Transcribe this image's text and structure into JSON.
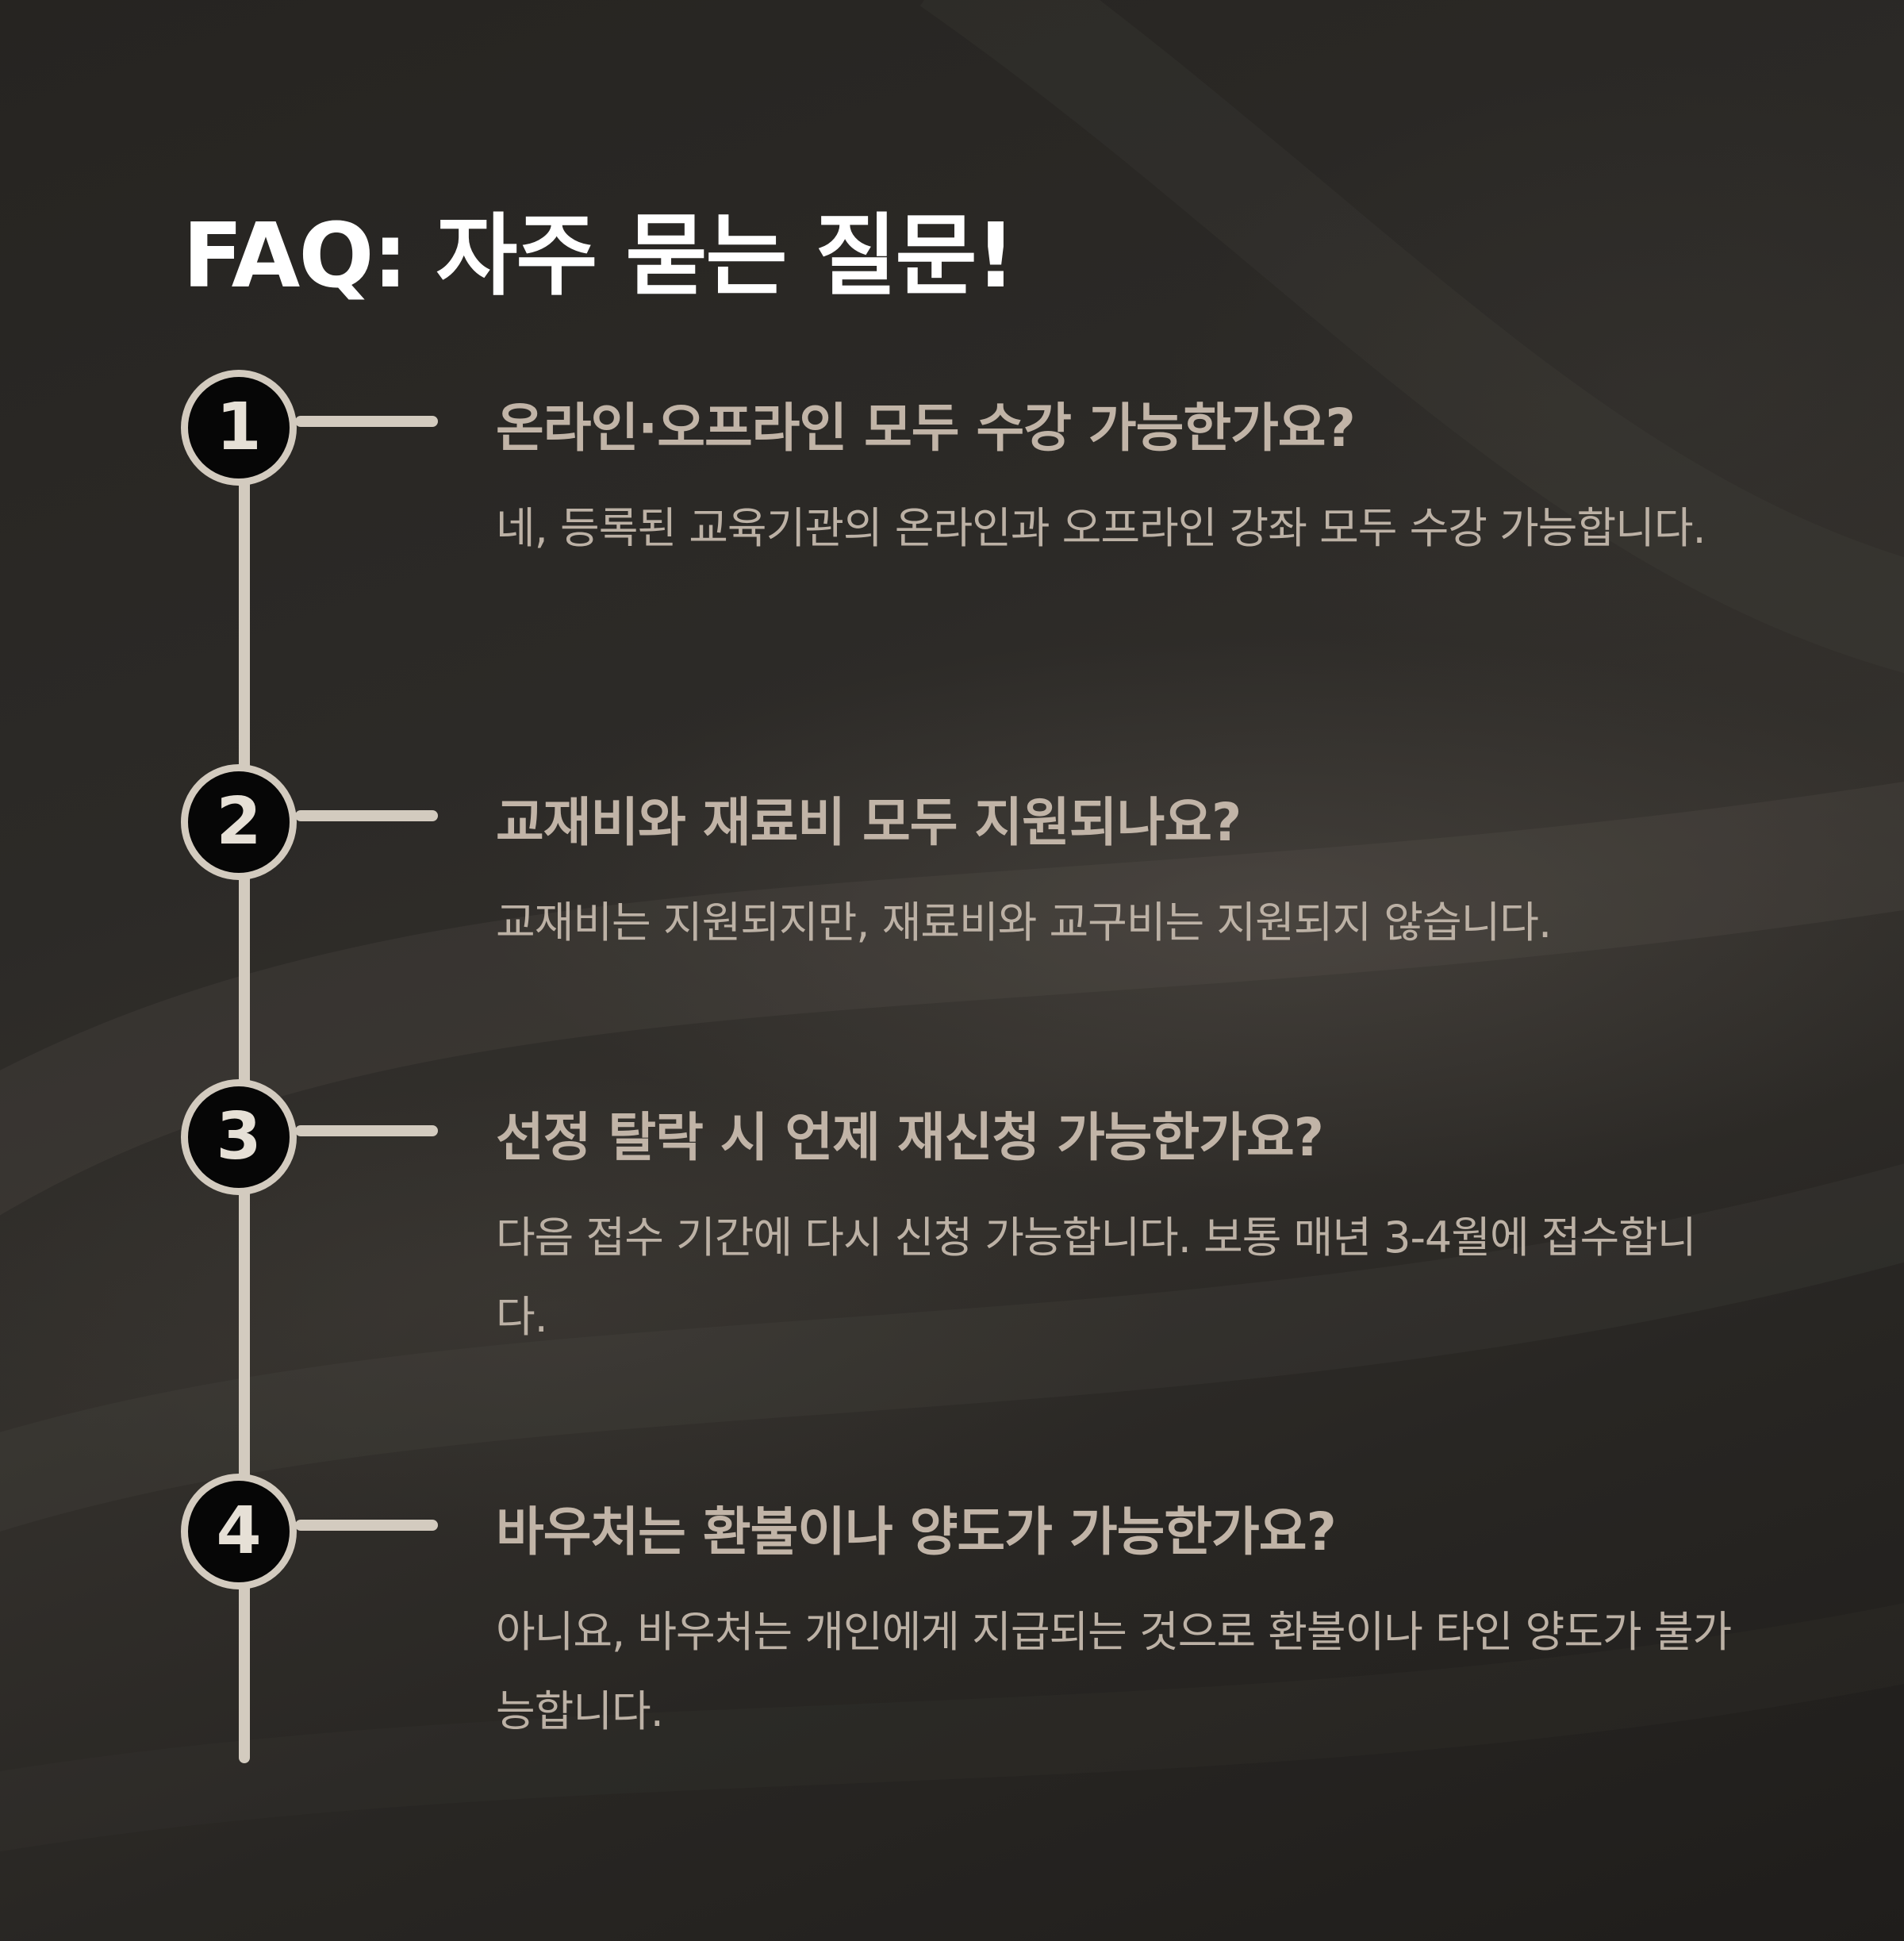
{
  "page": {
    "title": "FAQ: 자주 묻는 질문!"
  },
  "colors": {
    "background": "#2a2825",
    "title": "#ffffff",
    "question": "#c1b4a7",
    "answer": "#bcb1a5",
    "timeline": "#d3cbbf",
    "circle_fill": "#060606"
  },
  "faq": [
    {
      "number": "1",
      "question": "온라인·오프라인 모두 수강 가능한가요?",
      "answer": "네, 등록된 교육기관의 온라인과 오프라인 강좌 모두 수강 가능합니다."
    },
    {
      "number": "2",
      "question": "교재비와 재료비 모두 지원되나요?",
      "answer": "교재비는 지원되지만, 재료비와 교구비는 지원되지 않습니다."
    },
    {
      "number": "3",
      "question": "선정 탈락 시 언제 재신청 가능한가요?",
      "answer": "다음 접수 기간에 다시 신청 가능합니다. 보통 매년 3-4월에 접수합니다."
    },
    {
      "number": "4",
      "question": "바우처는 환불이나 양도가 가능한가요?",
      "answer": "아니요, 바우처는 개인에게 지급되는 것으로 환불이나 타인 양도가 불가능합니다."
    }
  ]
}
